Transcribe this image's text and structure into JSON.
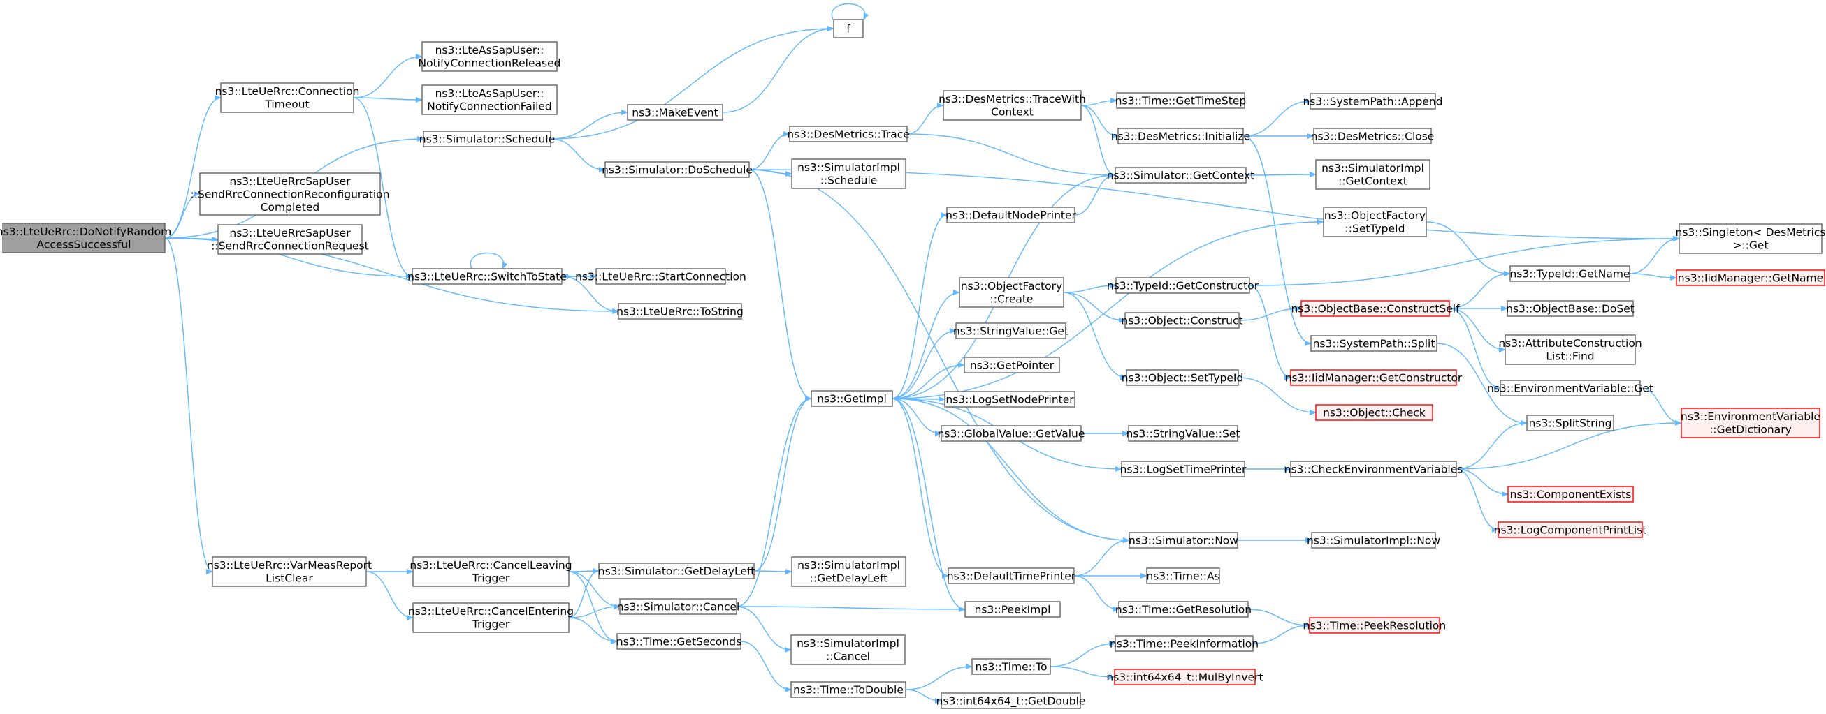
{
  "nodes": {
    "root": {
      "lines": [
        "ns3::LteUeRrc::DoNotifyRandom",
        "AccessSuccessful"
      ],
      "kind": "root"
    },
    "connTimeout": {
      "lines": [
        "ns3::LteUeRrc::Connection",
        "Timeout"
      ]
    },
    "notifyReleased": {
      "lines": [
        "ns3::LteAsSapUser::",
        "NotifyConnectionReleased"
      ]
    },
    "notifyFailed": {
      "lines": [
        "ns3::LteAsSapUser::",
        "NotifyConnectionFailed"
      ]
    },
    "schedule": {
      "lines": [
        "ns3::Simulator::Schedule"
      ]
    },
    "sendReconf": {
      "lines": [
        "ns3::LteUeRrcSapUser",
        "::SendRrcConnectionReconfiguration",
        "Completed"
      ]
    },
    "sendReq": {
      "lines": [
        "ns3::LteUeRrcSapUser",
        "::SendRrcConnectionRequest"
      ]
    },
    "switchToState": {
      "lines": [
        "ns3::LteUeRrc::SwitchToState"
      ]
    },
    "startConn": {
      "lines": [
        "ns3::LteUeRrc::StartConnection"
      ]
    },
    "toString": {
      "lines": [
        "ns3::LteUeRrc::ToString"
      ]
    },
    "varMeas": {
      "lines": [
        "ns3::LteUeRrc::VarMeasReport",
        "ListClear"
      ]
    },
    "cancelLeaving": {
      "lines": [
        "ns3::LteUeRrc::CancelLeaving",
        "Trigger"
      ]
    },
    "cancelEntering": {
      "lines": [
        "ns3::LteUeRrc::CancelEntering",
        "Trigger"
      ]
    },
    "f": {
      "lines": [
        "f"
      ]
    },
    "makeEvent": {
      "lines": [
        "ns3::MakeEvent"
      ]
    },
    "doSchedule": {
      "lines": [
        "ns3::Simulator::DoSchedule"
      ]
    },
    "getDelayLeft": {
      "lines": [
        "ns3::Simulator::GetDelayLeft"
      ]
    },
    "simCancel": {
      "lines": [
        "ns3::Simulator::Cancel"
      ]
    },
    "getSeconds": {
      "lines": [
        "ns3::Time::GetSeconds"
      ]
    },
    "desTrace": {
      "lines": [
        "ns3::DesMetrics::Trace"
      ]
    },
    "implSchedule": {
      "lines": [
        "ns3::SimulatorImpl",
        "::Schedule"
      ]
    },
    "getImpl": {
      "lines": [
        "ns3::GetImpl"
      ]
    },
    "implDelayLeft": {
      "lines": [
        "ns3::SimulatorImpl",
        "::GetDelayLeft"
      ]
    },
    "implCancel": {
      "lines": [
        "ns3::SimulatorImpl",
        "::Cancel"
      ]
    },
    "toDouble": {
      "lines": [
        "ns3::Time::ToDouble"
      ]
    },
    "traceWithCtx": {
      "lines": [
        "ns3::DesMetrics::TraceWith",
        "Context"
      ]
    },
    "defaultNodePrinter": {
      "lines": [
        "ns3::DefaultNodePrinter"
      ]
    },
    "ofCreate": {
      "lines": [
        "ns3::ObjectFactory",
        "::Create"
      ]
    },
    "svGet": {
      "lines": [
        "ns3::StringValue::Get"
      ]
    },
    "getPointer": {
      "lines": [
        "ns3::GetPointer"
      ]
    },
    "logSetNodePrinter": {
      "lines": [
        "ns3::LogSetNodePrinter"
      ]
    },
    "gvGetValue": {
      "lines": [
        "ns3::GlobalValue::GetValue"
      ]
    },
    "defaultTimePrinter": {
      "lines": [
        "ns3::DefaultTimePrinter"
      ]
    },
    "peekImpl": {
      "lines": [
        "ns3::PeekImpl"
      ]
    },
    "timeTo": {
      "lines": [
        "ns3::Time::To"
      ]
    },
    "getDouble": {
      "lines": [
        "ns3::int64x64_t::GetDouble"
      ]
    },
    "getTimeStep": {
      "lines": [
        "ns3::Time::GetTimeStep"
      ]
    },
    "desInit": {
      "lines": [
        "ns3::DesMetrics::Initialize"
      ]
    },
    "getContext": {
      "lines": [
        "ns3::Simulator::GetContext"
      ]
    },
    "tidGetCtor": {
      "lines": [
        "ns3::TypeId::GetConstructor"
      ]
    },
    "objConstruct": {
      "lines": [
        "ns3::Object::Construct"
      ]
    },
    "objSetTypeId": {
      "lines": [
        "ns3::Object::SetTypeId"
      ]
    },
    "svSet": {
      "lines": [
        "ns3::StringValue::Set"
      ]
    },
    "logSetTimePrinter": {
      "lines": [
        "ns3::LogSetTimePrinter"
      ]
    },
    "simNow": {
      "lines": [
        "ns3::Simulator::Now"
      ]
    },
    "timeAs": {
      "lines": [
        "ns3::Time::As"
      ]
    },
    "getResolution": {
      "lines": [
        "ns3::Time::GetResolution"
      ]
    },
    "peekInfo": {
      "lines": [
        "ns3::Time::PeekInformation"
      ]
    },
    "mulByInvert": {
      "lines": [
        "ns3::int64x64_t::MulByInvert"
      ],
      "kind": "red"
    },
    "spAppend": {
      "lines": [
        "ns3::SystemPath::Append"
      ]
    },
    "desClose": {
      "lines": [
        "ns3::DesMetrics::Close"
      ]
    },
    "implGetContext": {
      "lines": [
        "ns3::SimulatorImpl",
        "::GetContext"
      ]
    },
    "ofSetTypeId": {
      "lines": [
        "ns3::ObjectFactory",
        "::SetTypeId"
      ]
    },
    "obConstructSelf": {
      "lines": [
        "ns3::ObjectBase::ConstructSelf"
      ],
      "kind": "red"
    },
    "spSplit": {
      "lines": [
        "ns3::SystemPath::Split"
      ]
    },
    "iidGetCtor": {
      "lines": [
        "ns3::IidManager::GetConstructor"
      ],
      "kind": "red"
    },
    "objCheck": {
      "lines": [
        "ns3::Object::Check"
      ],
      "kind": "red"
    },
    "checkEnvVars": {
      "lines": [
        "ns3::CheckEnvironmentVariables"
      ]
    },
    "implNow": {
      "lines": [
        "ns3::SimulatorImpl::Now"
      ]
    },
    "peekResolution": {
      "lines": [
        "ns3::Time::PeekResolution"
      ],
      "kind": "red"
    },
    "singletonGet": {
      "lines": [
        "ns3::Singleton< DesMetrics",
        " >::Get"
      ]
    },
    "tidGetName": {
      "lines": [
        "ns3::TypeId::GetName"
      ]
    },
    "iidGetName": {
      "lines": [
        "ns3::IidManager::GetName"
      ],
      "kind": "red"
    },
    "obDoSet": {
      "lines": [
        "ns3::ObjectBase::DoSet"
      ]
    },
    "acListFind": {
      "lines": [
        "ns3::AttributeConstruction",
        "List::Find"
      ]
    },
    "envGet": {
      "lines": [
        "ns3::EnvironmentVariable::Get"
      ]
    },
    "envGetDict": {
      "lines": [
        "ns3::EnvironmentVariable",
        "::GetDictionary"
      ],
      "kind": "red"
    },
    "splitString": {
      "lines": [
        "ns3::SplitString"
      ]
    },
    "componentExists": {
      "lines": [
        "ns3::ComponentExists"
      ],
      "kind": "red"
    },
    "logCompPrintList": {
      "lines": [
        "ns3::LogComponentPrintList"
      ],
      "kind": "red"
    }
  },
  "edges": [
    [
      "root",
      "connTimeout"
    ],
    [
      "root",
      "schedule"
    ],
    [
      "root",
      "sendReconf"
    ],
    [
      "root",
      "sendReq"
    ],
    [
      "root",
      "switchToState"
    ],
    [
      "root",
      "toString"
    ],
    [
      "root",
      "varMeas"
    ],
    [
      "connTimeout",
      "notifyReleased"
    ],
    [
      "connTimeout",
      "notifyFailed"
    ],
    [
      "connTimeout",
      "switchToState"
    ],
    [
      "schedule",
      "f"
    ],
    [
      "schedule",
      "makeEvent"
    ],
    [
      "schedule",
      "doSchedule"
    ],
    [
      "makeEvent",
      "f"
    ],
    [
      "f",
      "f"
    ],
    [
      "switchToState",
      "switchToState"
    ],
    [
      "switchToState",
      "startConn"
    ],
    [
      "switchToState",
      "toString"
    ],
    [
      "startConn",
      "switchToState"
    ],
    [
      "varMeas",
      "cancelLeaving"
    ],
    [
      "varMeas",
      "cancelEntering"
    ],
    [
      "cancelLeaving",
      "getDelayLeft"
    ],
    [
      "cancelLeaving",
      "simCancel"
    ],
    [
      "cancelLeaving",
      "getSeconds"
    ],
    [
      "cancelEntering",
      "getDelayLeft"
    ],
    [
      "cancelEntering",
      "simCancel"
    ],
    [
      "cancelEntering",
      "getSeconds"
    ],
    [
      "doSchedule",
      "desTrace"
    ],
    [
      "doSchedule",
      "implSchedule"
    ],
    [
      "doSchedule",
      "getImpl"
    ],
    [
      "doSchedule",
      "singletonGet"
    ],
    [
      "doSchedule",
      "simNow"
    ],
    [
      "getDelayLeft",
      "getImpl"
    ],
    [
      "getDelayLeft",
      "implDelayLeft"
    ],
    [
      "simCancel",
      "getImpl"
    ],
    [
      "simCancel",
      "implCancel"
    ],
    [
      "simCancel",
      "peekImpl"
    ],
    [
      "getSeconds",
      "toDouble"
    ],
    [
      "desTrace",
      "traceWithCtx"
    ],
    [
      "desTrace",
      "getContext"
    ],
    [
      "traceWithCtx",
      "getTimeStep"
    ],
    [
      "traceWithCtx",
      "desInit"
    ],
    [
      "traceWithCtx",
      "getContext"
    ],
    [
      "desInit",
      "spAppend"
    ],
    [
      "desInit",
      "desClose"
    ],
    [
      "desInit",
      "spSplit"
    ],
    [
      "getContext",
      "getImpl"
    ],
    [
      "getContext",
      "implGetContext"
    ],
    [
      "getImpl",
      "defaultNodePrinter"
    ],
    [
      "getImpl",
      "ofSetTypeId"
    ],
    [
      "getImpl",
      "ofCreate"
    ],
    [
      "getImpl",
      "svGet"
    ],
    [
      "getImpl",
      "getPointer"
    ],
    [
      "getImpl",
      "logSetNodePrinter"
    ],
    [
      "getImpl",
      "gvGetValue"
    ],
    [
      "getImpl",
      "logSetTimePrinter"
    ],
    [
      "getImpl",
      "defaultTimePrinter"
    ],
    [
      "getImpl",
      "peekImpl"
    ],
    [
      "defaultNodePrinter",
      "getContext"
    ],
    [
      "ofCreate",
      "tidGetCtor"
    ],
    [
      "ofCreate",
      "objConstruct"
    ],
    [
      "ofCreate",
      "objSetTypeId"
    ],
    [
      "gvGetValue",
      "svSet"
    ],
    [
      "logSetTimePrinter",
      "checkEnvVars"
    ],
    [
      "defaultTimePrinter",
      "simNow"
    ],
    [
      "defaultTimePrinter",
      "timeAs"
    ],
    [
      "defaultTimePrinter",
      "getResolution"
    ],
    [
      "simNow",
      "getImpl"
    ],
    [
      "simNow",
      "implNow"
    ],
    [
      "toDouble",
      "timeTo"
    ],
    [
      "toDouble",
      "getDouble"
    ],
    [
      "timeTo",
      "peekInfo"
    ],
    [
      "timeTo",
      "mulByInvert"
    ],
    [
      "getResolution",
      "peekResolution"
    ],
    [
      "peekInfo",
      "peekResolution"
    ],
    [
      "tidGetCtor",
      "iidGetCtor"
    ],
    [
      "tidGetCtor",
      "singletonGet"
    ],
    [
      "objConstruct",
      "obConstructSelf"
    ],
    [
      "objSetTypeId",
      "objCheck"
    ],
    [
      "ofSetTypeId",
      "tidGetName"
    ],
    [
      "obConstructSelf",
      "tidGetName"
    ],
    [
      "obConstructSelf",
      "obDoSet"
    ],
    [
      "obConstructSelf",
      "acListFind"
    ],
    [
      "obConstructSelf",
      "envGet"
    ],
    [
      "spSplit",
      "splitString"
    ],
    [
      "envGet",
      "envGetDict"
    ],
    [
      "checkEnvVars",
      "splitString"
    ],
    [
      "checkEnvVars",
      "envGetDict"
    ],
    [
      "checkEnvVars",
      "componentExists"
    ],
    [
      "checkEnvVars",
      "logCompPrintList"
    ],
    [
      "tidGetName",
      "singletonGet"
    ],
    [
      "tidGetName",
      "iidGetName"
    ]
  ]
}
